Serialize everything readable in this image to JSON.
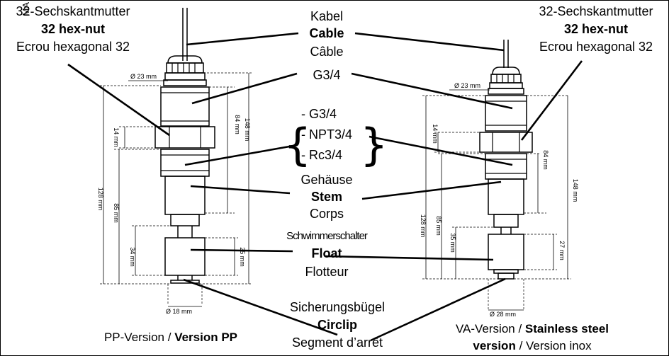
{
  "labels": {
    "nut_left_de": "32-Sechskantmutter",
    "nut_left_en": "32 hex-nut",
    "nut_left_fr": "Ecrou hexagonal 32",
    "nut_right_de": "32-Sechskantmutter",
    "nut_right_en": "32 hex-nut",
    "nut_right_fr": "Ecrou hexagonal 32",
    "cable_de": "Kabel",
    "cable_en": "Cable",
    "cable_fr": "Câble",
    "thread_main": "G3/4",
    "thread_opt1": "- G3/4",
    "thread_opt2": "- NPT3/4",
    "thread_opt3": "- Rc3/4",
    "stem_de": "Gehäuse",
    "stem_en": "Stem",
    "stem_fr": "Corps",
    "float_de": "Schwimmerschalter",
    "float_en": "Float",
    "float_fr": "Flotteur",
    "circlip_de": "Sicherungsbügel",
    "circlip_en": "Circlip",
    "circlip_fr": "Segment d’arrêt",
    "pp_prefix": "PP-Version / ",
    "pp_bold": "Version PP",
    "va_prefix": "VA-Version / ",
    "va_bold1": "Stainless steel",
    "va_bold2": "version",
    "va_suffix": " / Version inox"
  },
  "dimensions": {
    "left_top_diameter": "Ø 23 mm",
    "left_bottom_diameter": "Ø 18 mm",
    "left_nut_height": "14 mm",
    "left_total_height": "148 mm",
    "left_body_height": "84 mm",
    "left_overall": "128 mm",
    "left_lower": "85 mm",
    "left_float_travel": "34 mm",
    "left_float_height": "25 mm",
    "right_top_diameter": "Ø 23 mm",
    "right_bottom_diameter": "Ø 28 mm",
    "right_nut_height": "14 mm",
    "right_body_height": "84 mm",
    "right_total_height": "148 mm",
    "right_overall": "128 mm",
    "right_lower": "85 mm",
    "right_float_travel": "35 mm",
    "right_float_height": "27 mm"
  },
  "corner_fragment": "MA"
}
